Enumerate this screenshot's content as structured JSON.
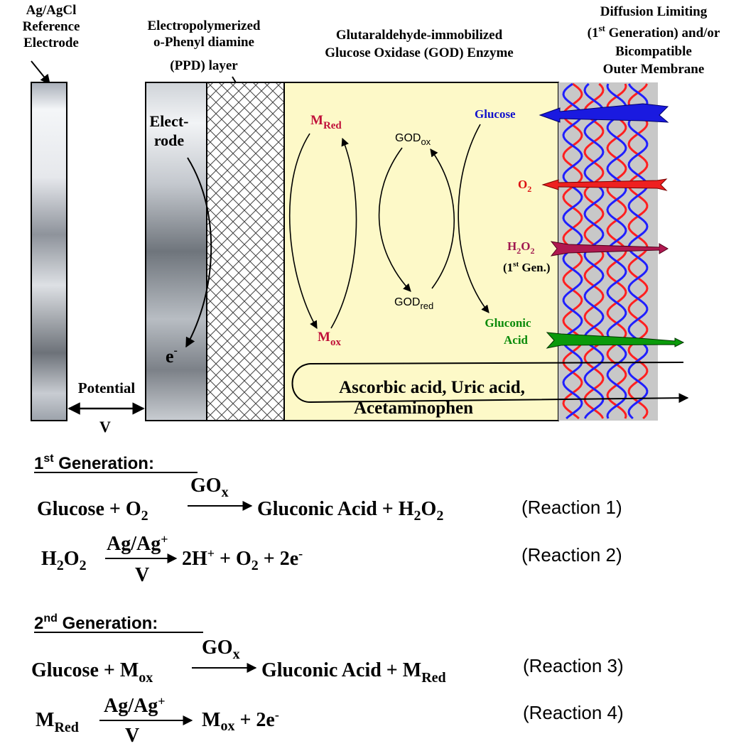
{
  "diagram": {
    "headers": {
      "reference": [
        "Ag/AgCl",
        "Reference",
        "Electrode"
      ],
      "ppd": [
        "Electropolymerized",
        "o-Phenyl diamine",
        "(PPD)  layer"
      ],
      "enzyme": [
        "Glutaraldehyde-immobilized",
        "Glucose Oxidase (GOD) Enzyme"
      ],
      "membrane_line1": "Diffusion Limiting",
      "membrane_line2_a": "(1",
      "membrane_line2_sup": "st",
      "membrane_line2_b": " Generation) and/or",
      "membrane_line3": "Bicompatible",
      "membrane_line4": "Outer Membrane"
    },
    "electrode_label": [
      "Elect-",
      "rode"
    ],
    "electron": "e",
    "electron_sup": "-",
    "potential_label": "Potential",
    "potential_symbol": "V",
    "cycle": {
      "m_red_base": "M",
      "m_red_sub": "Red",
      "m_ox_base": "M",
      "m_ox_sub": "ox",
      "god_ox_base": "GOD",
      "god_ox_sub": "ox",
      "god_red_base": "GOD",
      "god_red_sub": "red",
      "glucose": "Glucose"
    },
    "species": {
      "o2_base": "O",
      "o2_sub": "2",
      "h2o2_a": "H",
      "h2o2_sub1": "2",
      "h2o2_b": "O",
      "h2o2_sub2": "2",
      "first_gen_a": "(1",
      "first_gen_sup": "st",
      "first_gen_b": " Gen.)",
      "gluconic": [
        "Gluconic",
        "Acid"
      ]
    },
    "interferents": [
      "Ascorbic acid, Uric acid,",
      "Acetaminophen"
    ],
    "colors": {
      "glucose": "#1010cc",
      "o2": "#dd1111",
      "h2o2": "#a01850",
      "gluconic": "#0a8a0a",
      "enzyme_bg": "#fdf9c8",
      "membrane_bg": "#c8c8c8",
      "helix_red": "#ff2020",
      "helix_blue": "#2020ff"
    }
  },
  "reactions": {
    "first_gen_heading_a": "1",
    "first_gen_heading_sup": "st",
    "first_gen_heading_b": " Generation:",
    "second_gen_heading_a": "2",
    "second_gen_heading_sup": "nd",
    "second_gen_heading_b": " Generation:",
    "r1": {
      "lhs_a": "Glucose + O",
      "lhs_sub": "2",
      "catalyst_base": "GO",
      "catalyst_sub": "x",
      "rhs_a": "Gluconic Acid + H",
      "rhs_sub1": "2",
      "rhs_b": "O",
      "rhs_sub2": "2",
      "label": "(Reaction  1)"
    },
    "r2": {
      "lhs_a": "H",
      "lhs_sub1": "2",
      "lhs_b": "O",
      "lhs_sub2": "2",
      "above_a": "Ag/Ag",
      "above_sup": "+",
      "below": "V",
      "rhs_a": "2H",
      "rhs_sup1": "+",
      "rhs_b": " + O",
      "rhs_sub": "2",
      "rhs_c": " + 2e",
      "rhs_sup2": "-",
      "label": "(Reaction  2)"
    },
    "r3": {
      "lhs_a": "Glucose + M",
      "lhs_sub": "ox",
      "catalyst_base": "GO",
      "catalyst_sub": "x",
      "rhs_a": "Gluconic Acid + M",
      "rhs_sub": "Red",
      "label": "(Reaction  3)"
    },
    "r4": {
      "lhs_a": "M",
      "lhs_sub": "Red",
      "above_a": "Ag/Ag",
      "above_sup": "+",
      "below": "V",
      "rhs_a": "M",
      "rhs_sub": "ox",
      "rhs_b": " + 2e",
      "rhs_sup": "-",
      "label": "(Reaction  4)"
    }
  }
}
